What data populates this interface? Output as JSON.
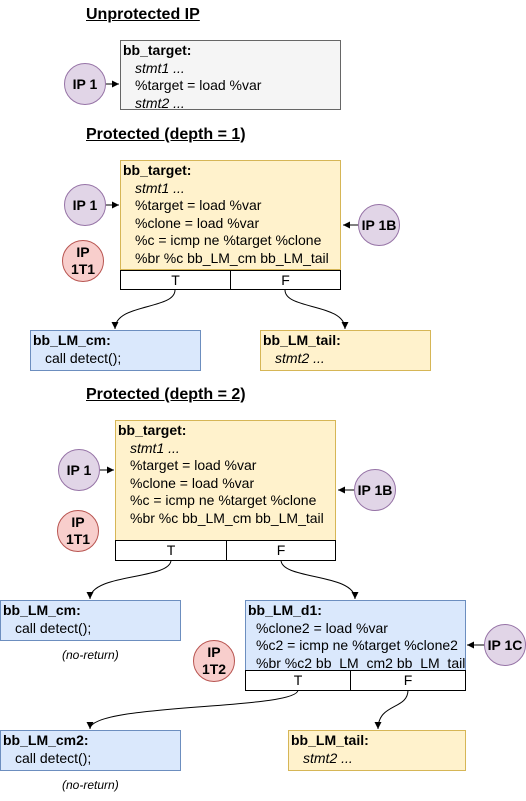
{
  "titles": {
    "unprotected": "Unprotected IP",
    "depth1": "Protected (depth = 1)",
    "depth2": "Protected (depth = 2)"
  },
  "unprotected": {
    "ip": "IP 1",
    "target": {
      "head": "bb_target:",
      "lines": [
        "stmt1 ...",
        "%target = load %var",
        "stmt2 ..."
      ]
    }
  },
  "depth1": {
    "ip1": "IP 1",
    "ip1b": "IP 1B",
    "ip1t1": "IP\n1T1",
    "target": {
      "head": "bb_target:",
      "lines": [
        "stmt1 ...",
        "%target = load %var",
        "%clone = load %var",
        "%c = icmp ne %target %clone",
        "%br %c bb_LM_cm bb_LM_tail"
      ]
    },
    "t": "T",
    "f": "F",
    "cm": {
      "head": "bb_LM_cm:",
      "lines": [
        "call detect();"
      ]
    },
    "tail": {
      "head": "bb_LM_tail:",
      "lines": [
        "stmt2 ..."
      ]
    }
  },
  "depth2": {
    "ip1": "IP 1",
    "ip1b": "IP 1B",
    "ip1t1": "IP\n1T1",
    "ip1t2": "IP\n1T2",
    "ip1c": "IP 1C",
    "target": {
      "head": "bb_target:",
      "lines": [
        "stmt1 ...",
        "%target = load %var",
        "%clone = load %var",
        "%c = icmp ne %target %clone",
        "%br %c bb_LM_cm bb_LM_tail"
      ]
    },
    "t1": "T",
    "f1": "F",
    "cm": {
      "head": "bb_LM_cm:",
      "lines": [
        "call detect();"
      ]
    },
    "cm_note": "(no-return)",
    "d1": {
      "head": "bb_LM_d1:",
      "lines": [
        "%clone2 = load %var",
        "%c2 = icmp ne %target %clone2",
        "%br %c2 bb_LM_cm2 bb_LM_tail"
      ]
    },
    "t2": "T",
    "f2": "F",
    "cm2": {
      "head": "bb_LM_cm2:",
      "lines": [
        "call detect();"
      ]
    },
    "cm2_note": "(no-return)",
    "tail": {
      "head": "bb_LM_tail:",
      "lines": [
        "stmt2 ..."
      ]
    }
  },
  "colors": {
    "ip_fill": "#e1d5e7",
    "ip_stroke": "#9673a6",
    "trap_fill": "#f8cecc",
    "trap_stroke": "#b85450",
    "block_fill": "#fff2cc",
    "block_stroke": "#d6b656",
    "detect_fill": "#dae8fc",
    "detect_stroke": "#6c8ebf",
    "plain_fill": "#f5f5f5",
    "plain_stroke": "#666666"
  }
}
